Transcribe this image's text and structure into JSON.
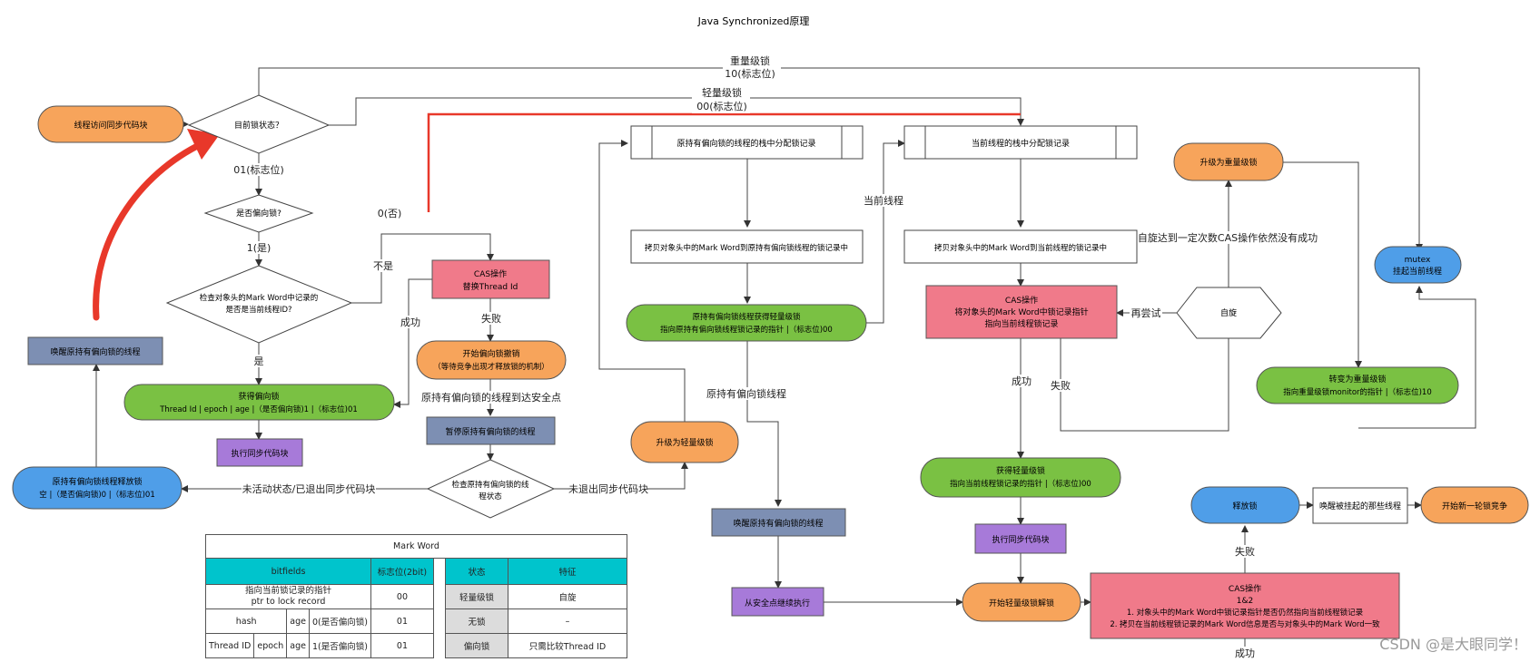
{
  "title": "Java Synchronized原理",
  "nodes": {
    "thread_access": "线程访问同步代码块",
    "lock_state_q": "目前锁状态？",
    "is_biased_q": "是否偏向锁?",
    "check_mark_q": [
      "检查对象头的Mark Word中记录的",
      "是否是当前线程ID?"
    ],
    "cas_replace": [
      "CAS操作",
      "替换Thread Id"
    ],
    "start_revoke": [
      "开始偏向锁撤销",
      "（等待竞争出现才释放锁的机制）"
    ],
    "get_biased": [
      "获得偏向锁",
      "Thread Id | epoch | age |（是否偏向锁)1 |（标志位)01"
    ],
    "exec_sync_1": "执行同步代码块",
    "wake_holder_1": "唤醒原持有偏向锁的线程",
    "suspend_holder": "暂停原持有偏向锁的线程",
    "check_holder_state": [
      "检查原持有偏向锁的线",
      "程状态"
    ],
    "holder_release": [
      "原持有偏向锁线程释放锁",
      "空 |（是否偏向锁)0 |（标志位)01"
    ],
    "alloc_holder_stack": "原持有偏向锁的线程的栈中分配锁记录",
    "copy_to_holder": "拷贝对象头中的Mark Word到原持有偏向锁线程的锁记录中",
    "holder_light": [
      "原持有偏向锁线程获得轻量级锁",
      "指向原持有偏向锁线程锁记录的指针 |（标志位)00"
    ],
    "upgrade_light": "升级为轻量级锁",
    "wake_holder_2": "唤醒原持有偏向锁的线程",
    "continue_safe": "从安全点继续执行",
    "alloc_cur_stack": "当前线程的栈中分配锁记录",
    "copy_to_cur": "拷贝对象头中的Mark Word到当前线程的锁记录中",
    "cas_pointer": [
      "CAS操作",
      "将对象头的Mark Word中锁记录指针",
      "指向当前线程锁记录"
    ],
    "spin": "自旋",
    "upgrade_heavy": "升级为重量级锁",
    "mutex": [
      "mutex",
      "挂起当前线程"
    ],
    "to_heavy": [
      "转变为重量级锁",
      "指向重量级锁monitor的指针 |（标志位)10"
    ],
    "get_light": [
      "获得轻量级锁",
      "指向当前线程锁记录的指针 |（标志位)00"
    ],
    "exec_sync_2": "执行同步代码块",
    "start_light_unlock": "开始轻量级锁解锁",
    "cas_12": [
      "CAS操作",
      "1&2",
      "1. 对象头中的Mark Word中锁记录指针是否仍然指向当前线程锁记录",
      "2. 拷贝在当前线程锁记录的Mark Word信息是否与对象头中的Mark Word一致"
    ],
    "release_lock": "释放锁",
    "wake_suspended": "唤醒被挂起的那些线程",
    "new_round": "开始新一轮锁竞争"
  },
  "edge_labels": {
    "heavy": [
      "重量级锁",
      "10(标志位)"
    ],
    "light": [
      "轻量级锁",
      "00(标志位)"
    ],
    "flag01": "01(标志位)",
    "zero_no": "0(否)",
    "one_yes": "1(是)",
    "not": "不是",
    "success_1": "成功",
    "yes": "是",
    "fail_1": "失败",
    "holder_reach_safe": "原持有偏向锁的线程到达安全点",
    "inactive": "未活动状态/已退出同步代码块",
    "not_exited": "未退出同步代码块",
    "holder_thread": "原持有偏向锁线程",
    "current_thread": "当前线程",
    "spin_limit": "自旋达到一定次数CAS操作依然没有成功",
    "retry": "再尝试",
    "success_2": "成功",
    "fail_2": "失败",
    "fail_3": "失败",
    "success_3": "成功"
  },
  "mark_word_table": {
    "caption": "Mark Word",
    "headers": [
      "bitfields",
      "标志位(2bit)",
      "状态",
      "特征"
    ],
    "rows": [
      {
        "bits": [
          "指向当前锁记录的指针",
          "ptr to lock record"
        ],
        "flag": "00",
        "state": "轻量级锁",
        "feature": "自旋"
      },
      {
        "bits": [
          "hash",
          "age",
          "0(是否偏向锁)"
        ],
        "flag": "01",
        "state": "无锁",
        "feature": "–"
      },
      {
        "bits": [
          "Thread ID",
          "epoch",
          "age",
          "1(是否偏向锁)"
        ],
        "flag": "01",
        "state": "偏向锁",
        "feature": "只需比较Thread ID"
      }
    ]
  },
  "watermark": "CSDN @是大眼同学！",
  "colors": {
    "orange": "#f7a45b",
    "pink": "#f07a8a",
    "green": "#7ac143",
    "purple": "#a77ad9",
    "slate": "#7d8fb3",
    "blue": "#4f9ee8",
    "red": "#e8382a",
    "cyan": "#00c4cc"
  }
}
